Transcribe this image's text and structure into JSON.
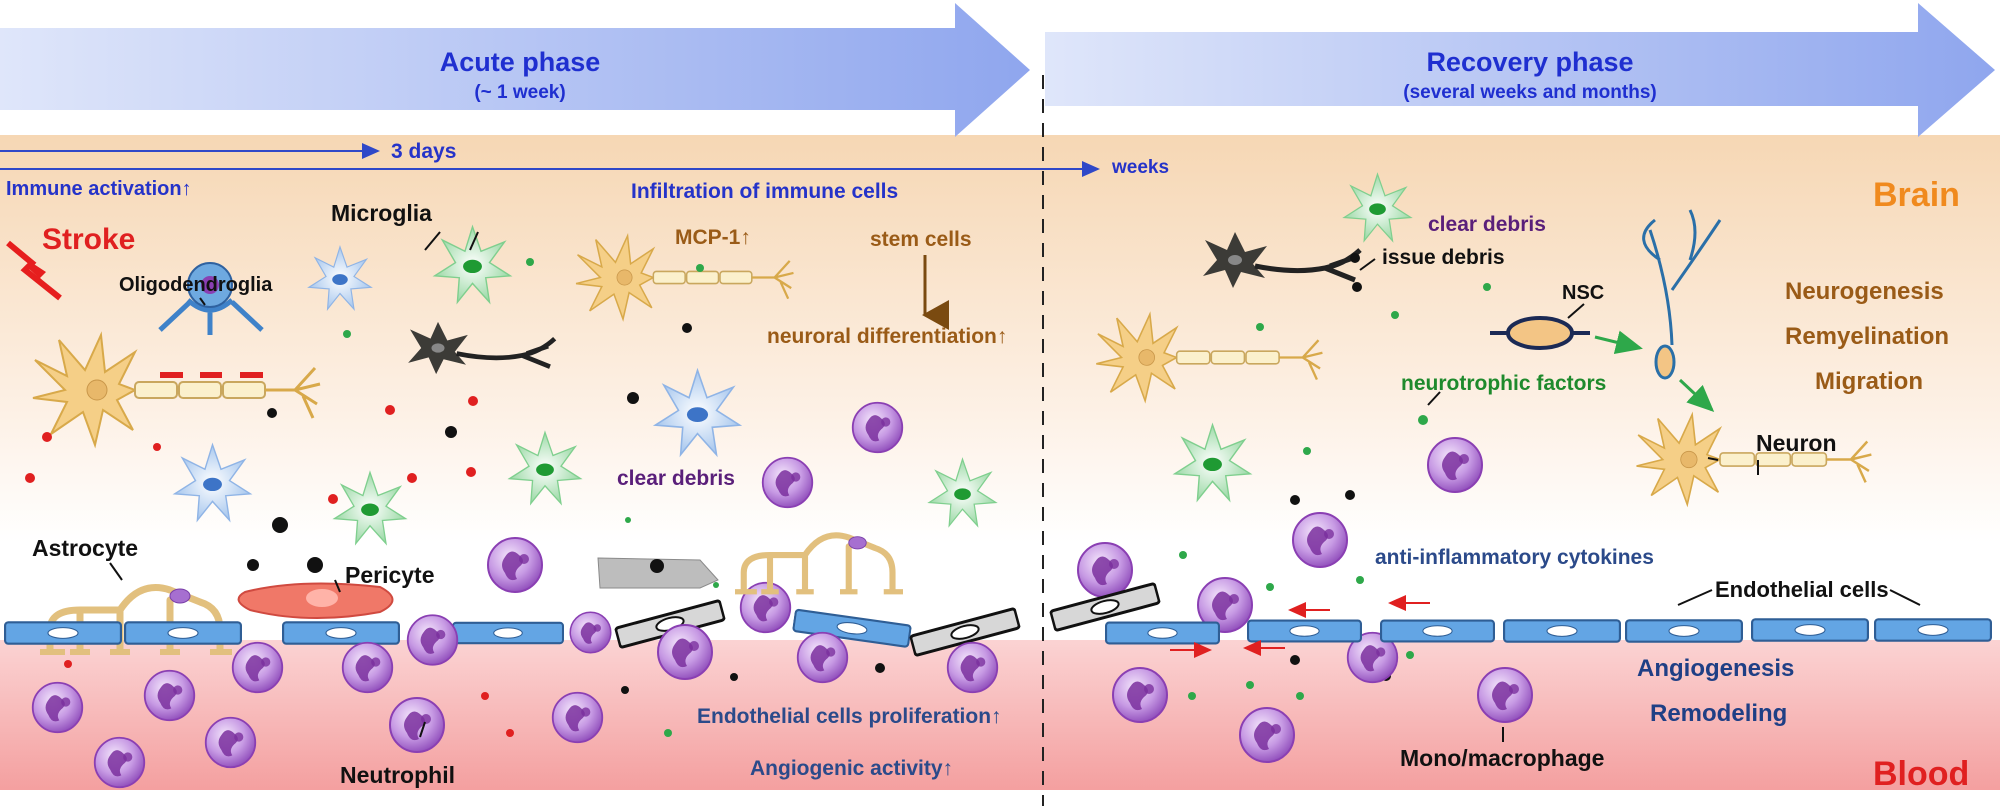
{
  "phases": {
    "acute": {
      "title": "Acute  phase",
      "subtitle": "(~ 1 week)"
    },
    "recovery": {
      "title": "Recovery  phase",
      "subtitle": "(several weeks and months)"
    }
  },
  "timeline": {
    "short": "3 days",
    "long": "weeks"
  },
  "regions": {
    "brain": "Brain",
    "blood": "Blood"
  },
  "acute": {
    "immune_activation": "Immune activation↑",
    "stroke": "Stroke",
    "microglia": "Microglia",
    "oligodendroglia": "Oligodendroglia",
    "infiltration": "Infiltration of immune cells",
    "mcp1": "MCP-1↑",
    "stem_cells": "stem cells",
    "neuronal_diff": "neuroral differentiation↑",
    "clear_debris": "clear debris",
    "astrocyte": "Astrocyte",
    "pericyte": "Pericyte",
    "neutrophil": "Neutrophil",
    "endo_prolif": "Endothelial cells proliferation↑",
    "angiogenic": "Angiogenic activity↑"
  },
  "recovery": {
    "clear_debris": "clear debris",
    "issue_debris": "issue debris",
    "nsc": "NSC",
    "neurotrophic": "neurotrophic factors",
    "neurogenesis": "Neurogenesis",
    "remyelination": "Remyelination",
    "migration": "Migration",
    "neuron": "Neuron",
    "anti_inflammatory": "anti-inflammatory cytokines",
    "endothelial": "Endothelial cells",
    "angiogenesis": "Angiogenesis",
    "remodeling": "Remodeling",
    "macrophage": "Mono/macrophage"
  }
}
